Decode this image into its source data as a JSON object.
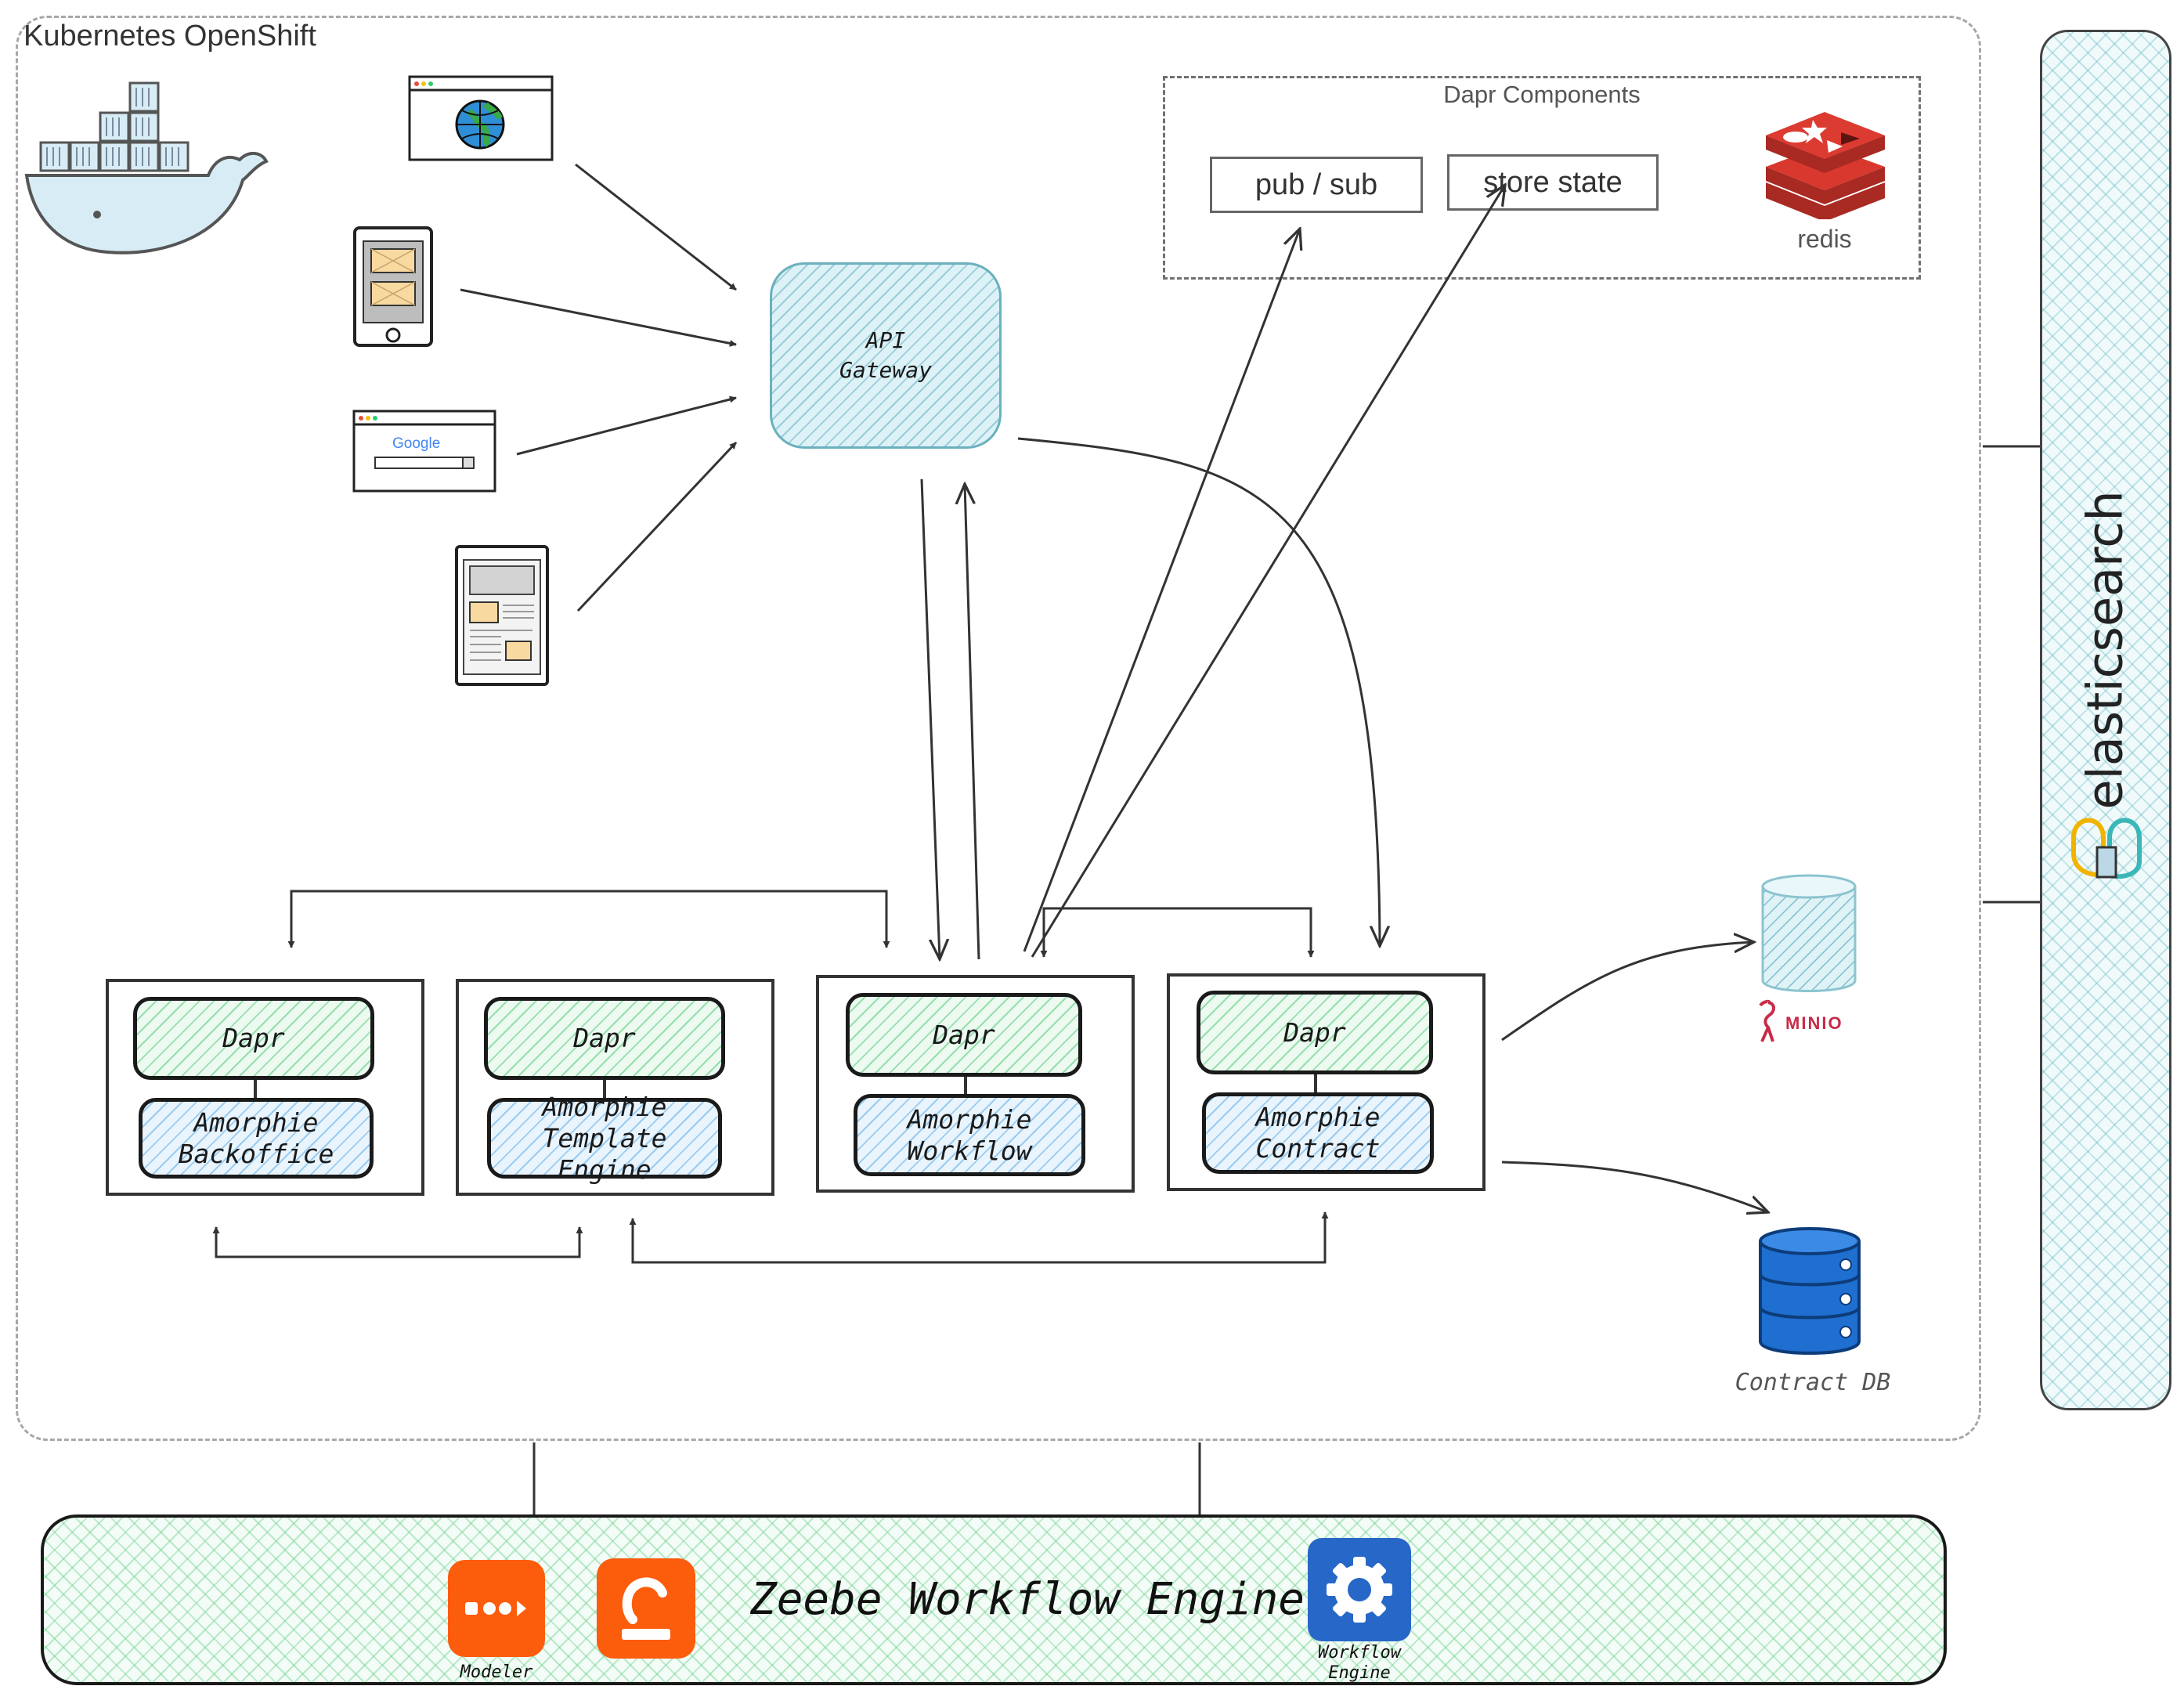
{
  "cluster": {
    "label": "Kubernetes OpenShift"
  },
  "dapr_components": {
    "title": "Dapr Components",
    "pubsub": "pub / sub",
    "store_state": "store state",
    "redis": "redis"
  },
  "gateway": {
    "line1": "API",
    "line2": "Gateway"
  },
  "services": [
    {
      "dapr": "Dapr",
      "line1": "Amorphie",
      "line2": "Backoffice"
    },
    {
      "dapr": "Dapr",
      "line1": "Amorphie",
      "line2": "Template Engine"
    },
    {
      "dapr": "Dapr",
      "line1": "Amorphie",
      "line2": "Workflow"
    },
    {
      "dapr": "Dapr",
      "line1": "Amorphie",
      "line2": "Contract"
    }
  ],
  "storage": {
    "minio": "MINIO",
    "contract_db": "Contract DB"
  },
  "elasticsearch": {
    "label": "elasticsearch"
  },
  "zeebe": {
    "title": "Zeebe Workflow Engine",
    "modeler": "Modeler",
    "engine_line1": "Workflow",
    "engine_line2": "Engine"
  },
  "clients": {
    "search_brand": "Google"
  },
  "colors": {
    "gateway_hatch": "#6ab0be",
    "dapr_hatch": "#50c878",
    "service_hatch": "#5aaae6",
    "redis": "#c0392b",
    "db_blue": "#1565c0",
    "camunda_orange": "#fc5d0d",
    "minio_red": "#c72c48"
  }
}
